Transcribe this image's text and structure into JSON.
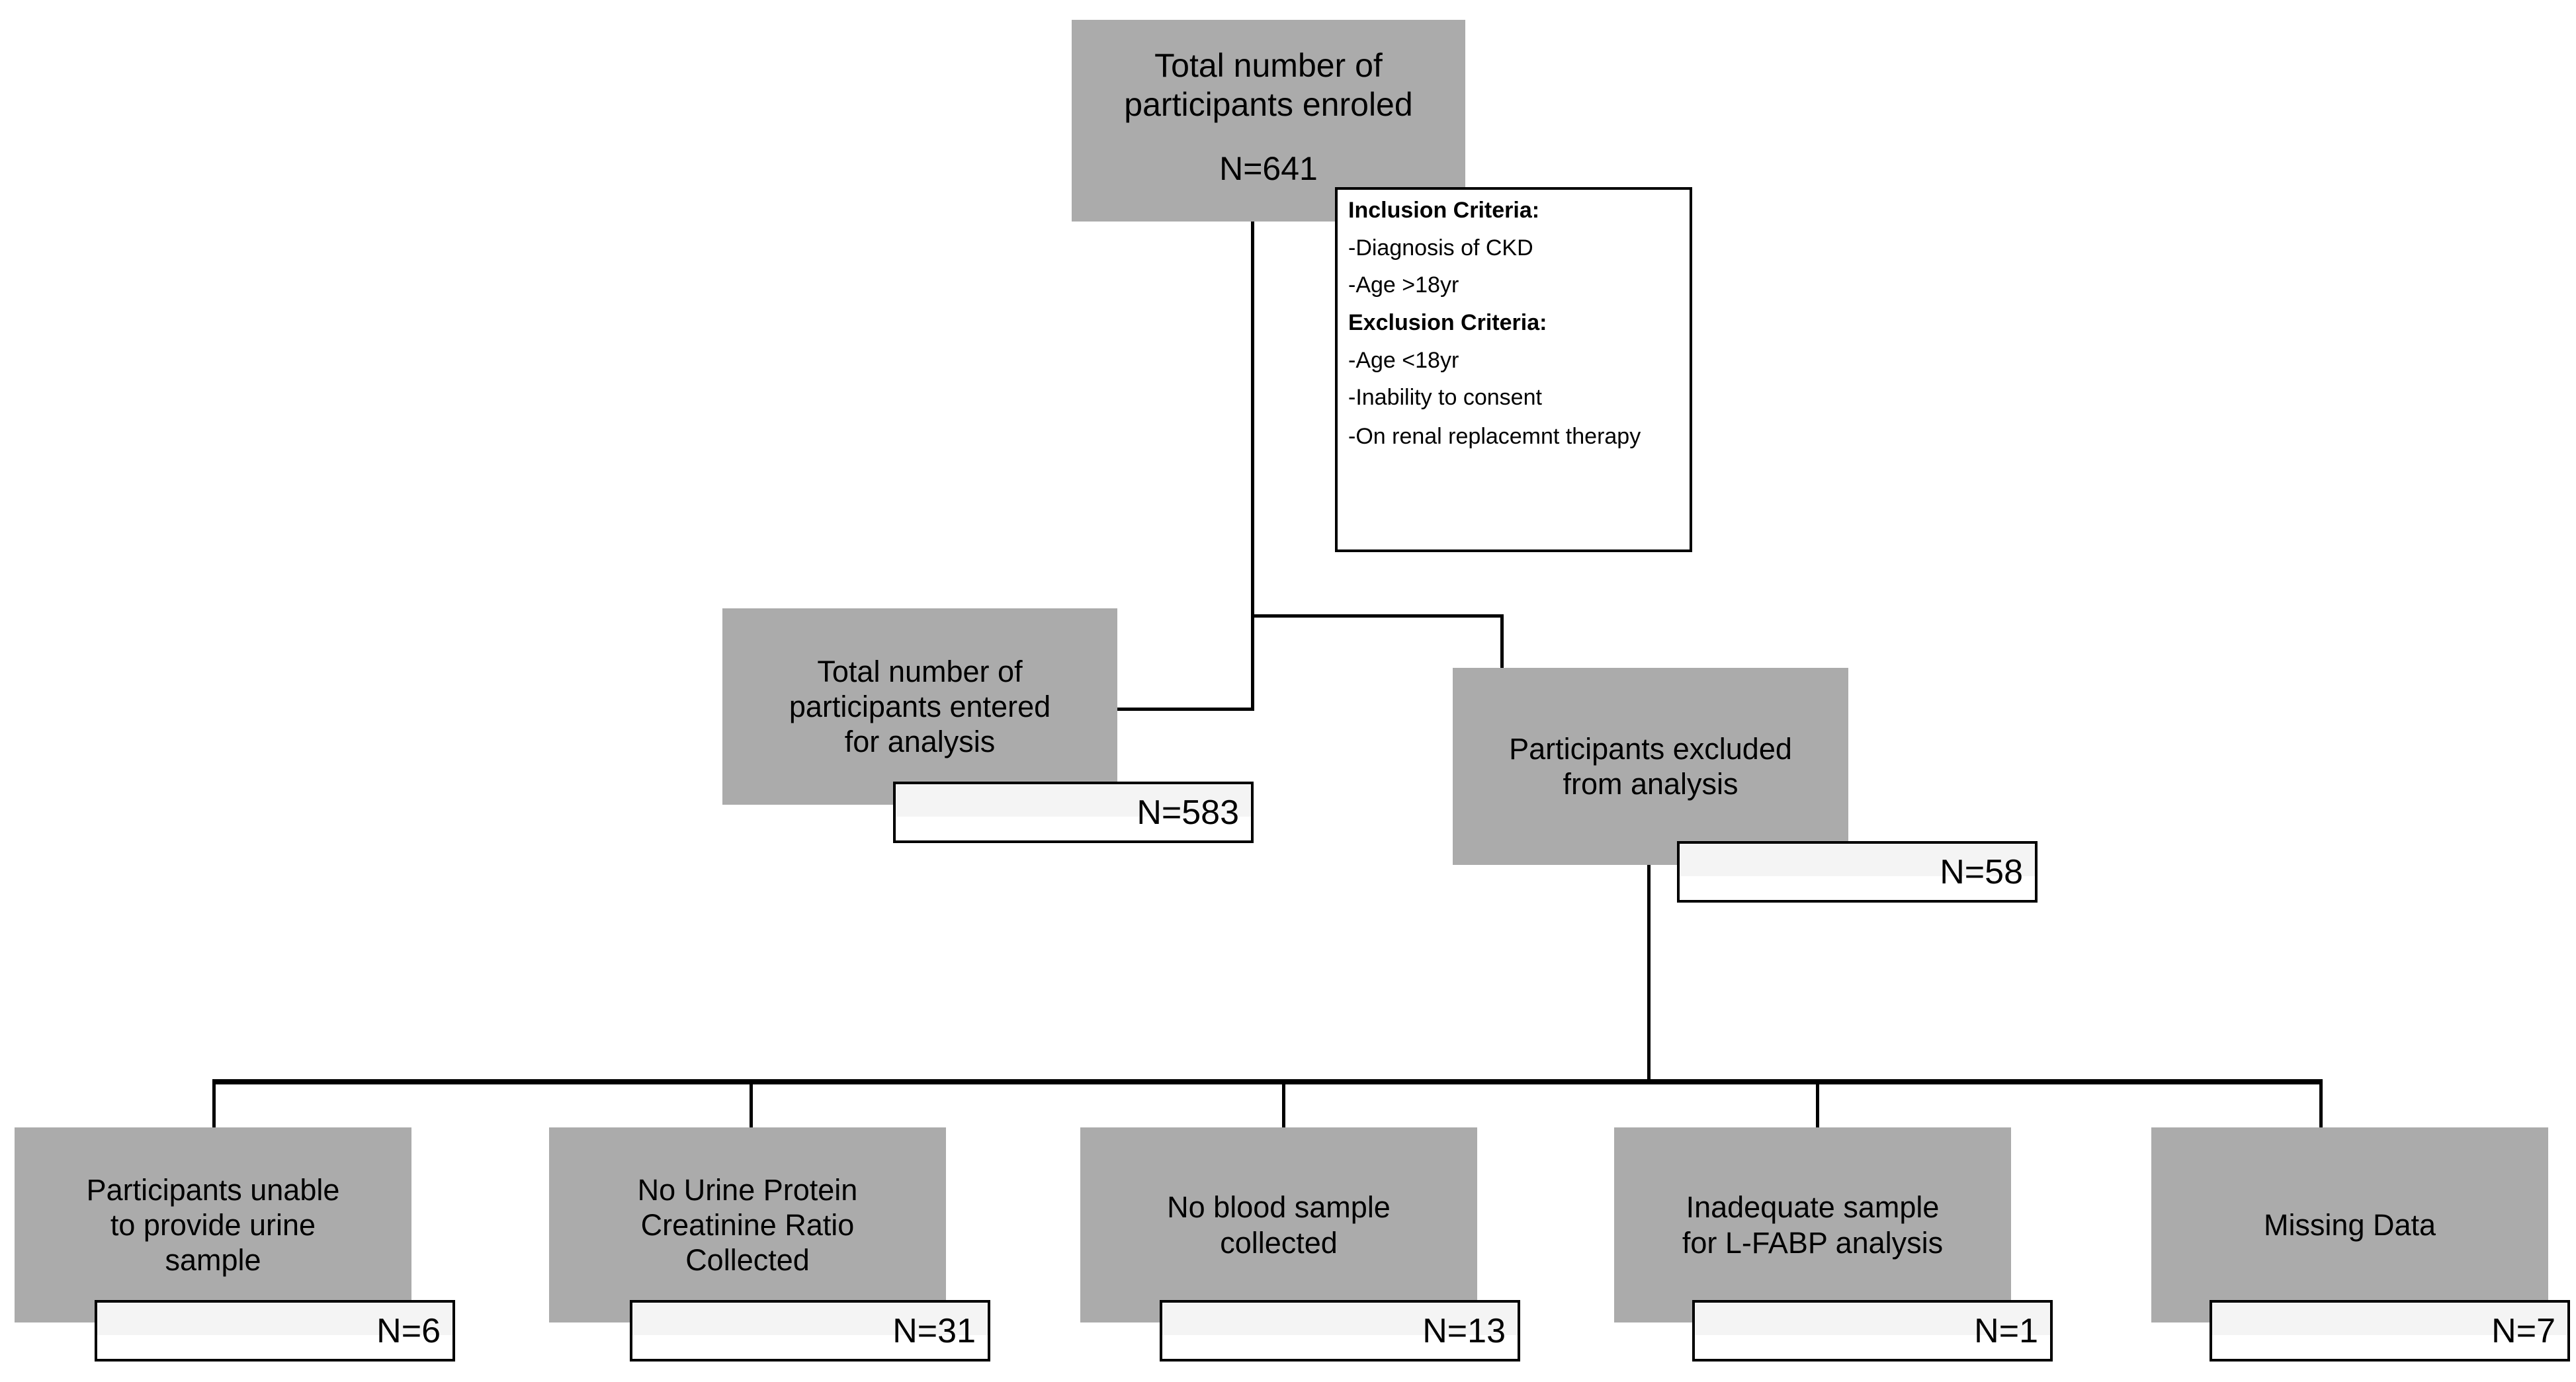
{
  "diagram": {
    "title": "CKD study participant flow diagram",
    "colors": {
      "box_fill": "#ababab",
      "box_text": "#000000",
      "line": "#000000",
      "value_box_fill": "#ffffff",
      "value_box_shade": "#f4f4f4",
      "background": "#ffffff"
    }
  },
  "enrolled": {
    "label": "Total number of\nparticipants enroled",
    "count": "N=641"
  },
  "criteria": {
    "inclusion_heading": "Inclusion Criteria:",
    "inclusion_items": [
      "-Diagnosis of CKD",
      "-Age >18yr"
    ],
    "exclusion_heading": "Exclusion Criteria:",
    "exclusion_items": [
      "-Age <18yr",
      "-Inability to consent",
      "-On renal replacemnt therapy"
    ]
  },
  "analysed": {
    "label": "Total number of\nparticipants entered\nfor analysis",
    "count": "N=583"
  },
  "excluded": {
    "label": "Participants excluded\nfrom analysis",
    "count": "N=58"
  },
  "exclusion_reasons": [
    {
      "label": "Participants unable\nto provide urine\nsample",
      "count": "N=6"
    },
    {
      "label": "No Urine Protein\nCreatinine Ratio\nCollected",
      "count": "N=31"
    },
    {
      "label": "No blood  sample\ncollected",
      "count": "N=13"
    },
    {
      "label": "Inadequate sample\nfor L-FABP analysis",
      "count": "N=1"
    },
    {
      "label": "Missing Data",
      "count": "N=7"
    }
  ],
  "chart_data": {
    "type": "diagram",
    "title": "CKD study participant flow",
    "nodes": [
      {
        "id": "enrolled",
        "label": "Total number of participants enroled",
        "value": 641
      },
      {
        "id": "analysed",
        "label": "Total number of participants entered for analysis",
        "value": 583
      },
      {
        "id": "excluded",
        "label": "Participants excluded from analysis",
        "value": 58
      },
      {
        "id": "no-urine",
        "label": "Participants unable to provide urine sample",
        "value": 6
      },
      {
        "id": "no-upcr",
        "label": "No Urine Protein Creatinine Ratio Collected",
        "value": 31
      },
      {
        "id": "no-blood",
        "label": "No blood  sample collected",
        "value": 13
      },
      {
        "id": "inadequate",
        "label": "Inadequate sample for L-FABP analysis",
        "value": 1
      },
      {
        "id": "missing",
        "label": "Missing Data",
        "value": 7
      }
    ],
    "edges": [
      {
        "from": "enrolled",
        "to": "analysed"
      },
      {
        "from": "enrolled",
        "to": "excluded"
      },
      {
        "from": "excluded",
        "to": "no-urine"
      },
      {
        "from": "excluded",
        "to": "no-upcr"
      },
      {
        "from": "excluded",
        "to": "no-blood"
      },
      {
        "from": "excluded",
        "to": "inadequate"
      },
      {
        "from": "excluded",
        "to": "missing"
      }
    ]
  }
}
